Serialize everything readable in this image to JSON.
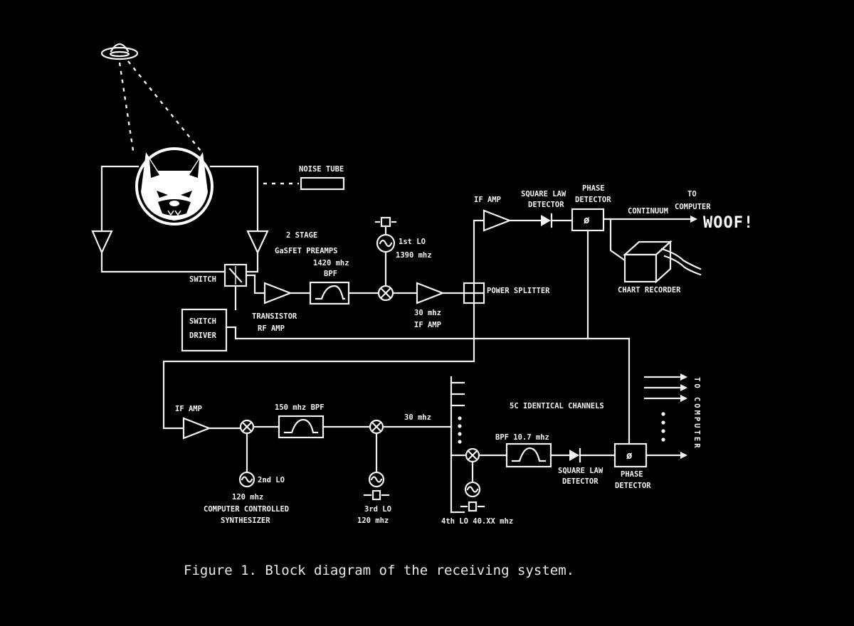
{
  "labels": {
    "noise_tube": "NOISE TUBE",
    "preamps_1": "2 STAGE",
    "preamps_2": "GaSFET PREAMPS",
    "switch": "SWITCH",
    "switch_driver_1": "SWITCH",
    "switch_driver_2": "DRIVER",
    "transistor_1": "TRANSISTOR",
    "transistor_2": "RF AMP",
    "bpf1420_1": "1420 mhz",
    "bpf1420_2": "BPF",
    "lo1_1": "1st LO",
    "lo1_2": "1390 mhz",
    "if30_1": "30 mhz",
    "if30_2": "IF AMP",
    "power_splitter": "POWER SPLITTER",
    "if_amp_top": "IF AMP",
    "sqlaw_top_1": "SQUARE LAW",
    "sqlaw_top_2": "DETECTOR",
    "phase_top_1": "PHASE",
    "phase_top_2": "DETECTOR",
    "continuum": "CONTINUUM",
    "to_computer_1": "TO",
    "to_computer_2": "COMPUTER",
    "woof": "WOOF!",
    "chart_recorder": "CHART   RECORDER",
    "if_amp_bottom": "IF AMP",
    "bpf150": "150 mhz  BPF",
    "mhz30": "30 mhz",
    "lo2_1": "2nd LO",
    "lo2_2": "120 mhz",
    "lo2_3": "COMPUTER CONTROLLED",
    "lo2_4": "SYNTHESIZER",
    "lo3_1": "3rd LO",
    "lo3_2": "120   mhz",
    "channels": "5C  IDENTICAL  CHANNELS",
    "bpf107": "BPF  10.7 mhz",
    "sqlaw_bot_1": "SQUARE LAW",
    "sqlaw_bot_2": "DETECTOR",
    "phase_bot_1": "PHASE",
    "phase_bot_2": "DETECTOR",
    "lo4": "4th LO 40.XX mhz",
    "to_computer_vertical": "TO COMPUTER",
    "phi": "ø"
  },
  "caption": "Figure 1. Block diagram of the receiving system.",
  "icons": [
    "ufo-icon",
    "shiba-dog-icon",
    "oscillator-icon",
    "crystal-icon",
    "mixer-icon",
    "amplifier-icon",
    "diode-icon"
  ]
}
